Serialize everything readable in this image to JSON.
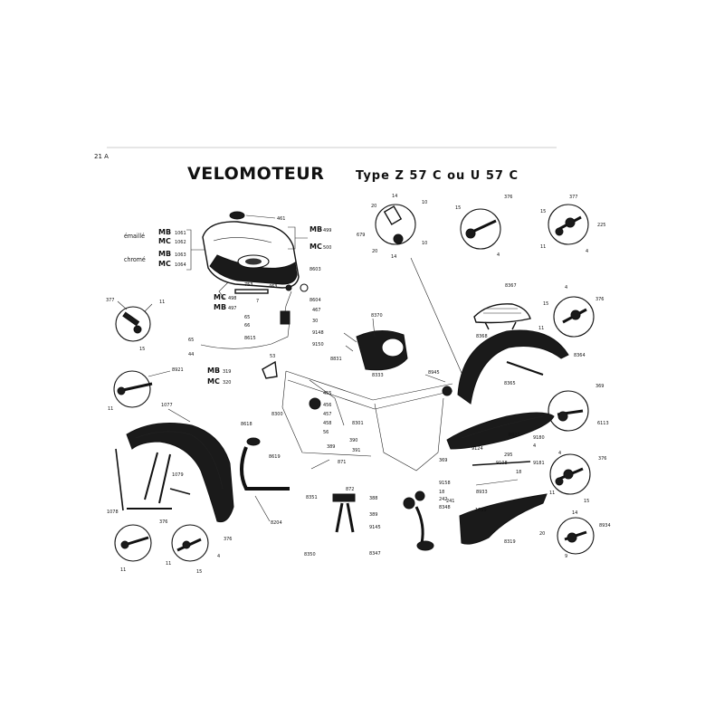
{
  "page": {
    "number": "21 A"
  },
  "header": {
    "title": "VELOMOTEUR",
    "subtitle": "Type Z 57 C ou U 57 C"
  },
  "tank_finish": {
    "emaille": {
      "label": "émaillé",
      "mb": "MB",
      "mb_no": "1061",
      "mc": "MC",
      "mc_no": "1062"
    },
    "chrome": {
      "label": "chromé",
      "mb": "MB",
      "mb_no": "1063",
      "mc": "MC",
      "mc_no": "1064"
    }
  },
  "refs": {
    "MB499": {
      "a": "MB",
      "b": "499"
    },
    "MC500": {
      "a": "MC",
      "b": "500"
    },
    "MC498": {
      "a": "MC",
      "b": "498"
    },
    "MB497": {
      "a": "MB",
      "b": "497"
    },
    "MB319": {
      "a": "MB",
      "b": "319"
    },
    "MC320": {
      "a": "MC",
      "b": "320"
    }
  },
  "part_numbers": [
    "461",
    "753",
    "463",
    "7",
    "8603",
    "8604",
    "467",
    "65",
    "66",
    "8615",
    "44",
    "53",
    "377",
    "11",
    "15",
    "8921",
    "1077",
    "1079",
    "1078",
    "376",
    "4",
    "14",
    "10",
    "20",
    "679",
    "225",
    "8367",
    "8368",
    "8364",
    "8365",
    "369",
    "6113",
    "8370",
    "30",
    "9148",
    "9150",
    "8831",
    "8333",
    "8945",
    "455",
    "456",
    "457",
    "458",
    "56",
    "8300",
    "8301",
    "390",
    "391",
    "389",
    "871",
    "872",
    "8618",
    "8619",
    "8204",
    "8351",
    "388",
    "8350",
    "9145",
    "8347",
    "9158",
    "18",
    "242",
    "8348",
    "241",
    "1099",
    "8933",
    "8319",
    "8921",
    "9124",
    "9180",
    "9181",
    "295",
    "9108",
    "8934",
    "9"
  ]
}
